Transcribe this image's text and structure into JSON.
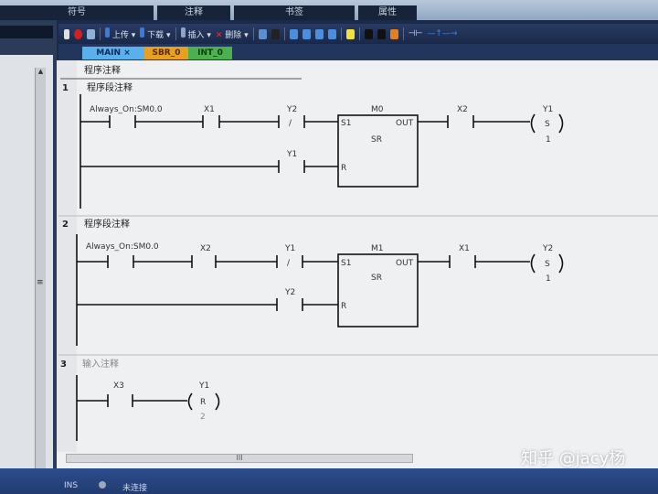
{
  "top_tabs": [
    "符号",
    "注释",
    "书签",
    "属性"
  ],
  "toolbar": {
    "upload": "上传",
    "download": "下载",
    "insert": "插入",
    "delete": "删除"
  },
  "pou_tabs": [
    {
      "label": "MAIN",
      "color": "#4aa3e0"
    },
    {
      "label": "SBR_0",
      "color": "#e8a020"
    },
    {
      "label": "INT_0",
      "color": "#4caf50"
    }
  ],
  "program_comment": "程序注释",
  "networks": [
    {
      "number": "1",
      "comment": "程序段注释",
      "contact1": "Always_On:SM0.0",
      "contact2": "X1",
      "nc_contact": "Y2",
      "reset_contact": "Y1",
      "box_addr": "M0",
      "box_type": "SR",
      "pin_s1": "S1",
      "pin_r": "R",
      "pin_out": "OUT",
      "out_contact": "X2",
      "coil_addr": "Y1",
      "coil_type": "S",
      "coil_n": "1",
      "nc_mark": "/"
    },
    {
      "number": "2",
      "comment": "程序段注释",
      "contact1": "Always_On:SM0.0",
      "contact2": "X2",
      "nc_contact": "Y1",
      "reset_contact": "Y2",
      "box_addr": "M1",
      "box_type": "SR",
      "pin_s1": "S1",
      "pin_r": "R",
      "pin_out": "OUT",
      "out_contact": "X1",
      "coil_addr": "Y2",
      "coil_type": "S",
      "coil_n": "1",
      "nc_mark": "/"
    },
    {
      "number": "3",
      "comment": "输入注释",
      "contact1": "X3",
      "coil_addr": "Y1",
      "coil_type": "R",
      "coil_n": "2"
    }
  ],
  "scroll_grip": "III",
  "status": {
    "mode": "INS",
    "connection": "未连接"
  },
  "watermark": "知乎 @jacy杨"
}
